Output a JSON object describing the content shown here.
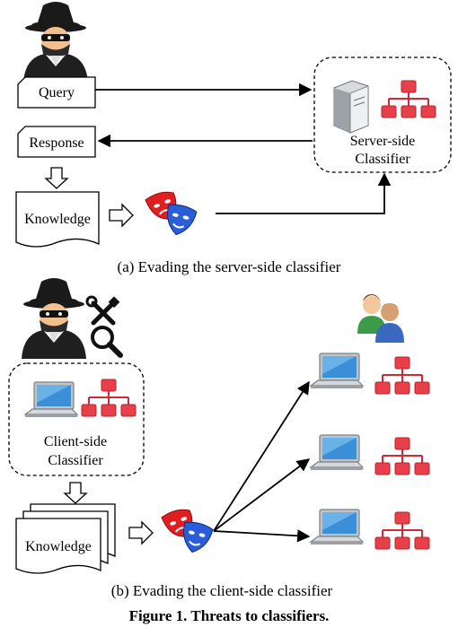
{
  "panel_a": {
    "query_label": "Query",
    "response_label": "Response",
    "knowledge_label": "Knowledge",
    "server_label_line1": "Server-side",
    "server_label_line2": "Classifier",
    "caption": "(a)   Evading the server-side classifier"
  },
  "panel_b": {
    "client_label_line1": "Client-side",
    "client_label_line2": "Classifier",
    "knowledge_label": "Knowledge",
    "caption": "(b)   Evading the client-side classifier"
  },
  "figure_title": "Figure 1. Threats to classifiers.",
  "colors": {
    "network_red": "#e8404a",
    "mask_red": "#e02020",
    "mask_blue": "#2a5ed8",
    "laptop_screen": "#3a8fd8"
  },
  "icons": {
    "attacker": "spy-icon",
    "server": "server-tower-icon",
    "classifier": "network-tree-icon",
    "mask": "theater-masks-icon",
    "tools": "tools-icon",
    "magnifier": "magnifier-icon",
    "laptop": "laptop-icon",
    "users": "users-icon"
  }
}
